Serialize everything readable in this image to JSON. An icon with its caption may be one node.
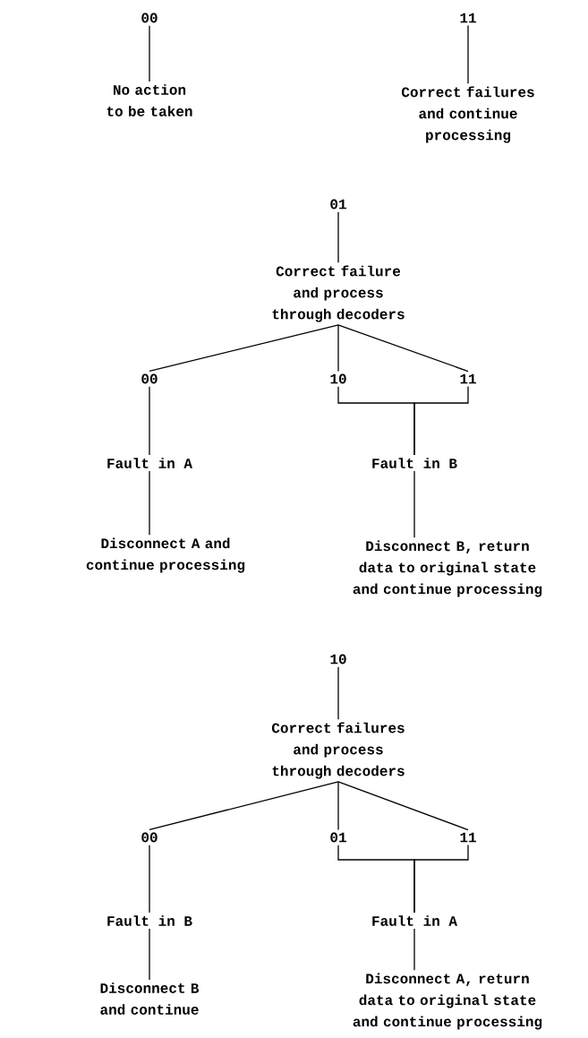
{
  "diagram": {
    "nodes": [
      {
        "text": [
          "00"
        ]
      },
      {
        "text": [
          "No action to be taken"
        ]
      },
      {
        "text": [
          "11"
        ]
      },
      {
        "text": [
          "Correct failures and continue processing"
        ]
      },
      {
        "text": [
          "01"
        ]
      },
      {
        "text": [
          "Correct failure and process through decoders"
        ]
      },
      {
        "text": [
          "00"
        ]
      },
      {
        "text": [
          "10"
        ]
      },
      {
        "text": [
          "11"
        ]
      },
      {
        "text": [
          "Fault in A"
        ]
      },
      {
        "text": [
          "Fault in B"
        ]
      },
      {
        "text": [
          "Disconnect A and continue processing"
        ]
      },
      {
        "text": [
          "Disconnect B, return data to original state and continue processing"
        ]
      },
      {
        "text": [
          "10"
        ]
      },
      {
        "text": [
          "Correct failures and process through decoders"
        ]
      },
      {
        "text": [
          "00"
        ]
      },
      {
        "text": [
          "01"
        ]
      },
      {
        "text": [
          "11"
        ]
      },
      {
        "text": [
          "Fault in B"
        ]
      },
      {
        "text": [
          "Fault in A"
        ]
      },
      {
        "text": [
          "Disconnect B and continue"
        ]
      },
      {
        "text": [
          "Disconnect A, return data to original state and continue processing"
        ]
      }
    ],
    "edges": [
      {
        "from": 0,
        "to": 1,
        "arrow": "none"
      },
      {
        "from": 2,
        "to": 3,
        "arrow": "none"
      },
      {
        "from": 4,
        "to": 5,
        "arrow": "none"
      },
      {
        "from": 5,
        "to": 6,
        "arrow": "none"
      },
      {
        "from": 5,
        "to": 7,
        "arrow": "none"
      },
      {
        "from": 5,
        "to": 8,
        "arrow": "none"
      },
      {
        "from": 6,
        "to": 9,
        "arrow": "none"
      },
      {
        "from": 7,
        "to": 10,
        "arrow": "none"
      },
      {
        "from": 8,
        "to": 10,
        "arrow": "none"
      },
      {
        "from": 9,
        "to": 11,
        "arrow": "none"
      },
      {
        "from": 10,
        "to": 12,
        "arrow": "none"
      },
      {
        "from": 13,
        "to": 14,
        "arrow": "none"
      },
      {
        "from": 14,
        "to": 15,
        "arrow": "none"
      },
      {
        "from": 14,
        "to": 16,
        "arrow": "none"
      },
      {
        "from": 14,
        "to": 17,
        "arrow": "none"
      },
      {
        "from": 15,
        "to": 18,
        "arrow": "none"
      },
      {
        "from": 16,
        "to": 19,
        "arrow": "none"
      },
      {
        "from": 17,
        "to": 19,
        "arrow": "none"
      },
      {
        "from": 18,
        "to": 20,
        "arrow": "none"
      },
      {
        "from": 19,
        "to": 21,
        "arrow": "none"
      }
    ]
  }
}
